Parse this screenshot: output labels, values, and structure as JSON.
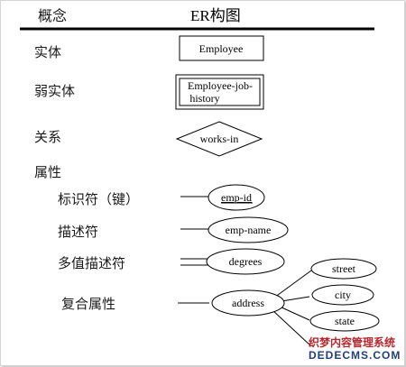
{
  "header": {
    "concept": "概念",
    "er_diagram": "ER构图"
  },
  "rows": {
    "entity": {
      "label": "实体",
      "shape_text": "Employee"
    },
    "weak_entity": {
      "label": "弱实体",
      "shape_text_line1": "Employee-job-",
      "shape_text_line2": "history"
    },
    "relationship": {
      "label": "关系",
      "shape_text": "works-in"
    },
    "attribute": {
      "label": "属性"
    },
    "identifier": {
      "label": "标识符（键）",
      "shape_text": "emp-id"
    },
    "descriptor": {
      "label": "描述符",
      "shape_text": "emp-name"
    },
    "multivalued": {
      "label": "多值描述符",
      "shape_text": "degrees"
    },
    "composite": {
      "label": "复合属性",
      "shape_text": "address",
      "children": [
        "street",
        "city",
        "state"
      ]
    }
  },
  "watermark": {
    "line1": "织梦内容管理系统",
    "line2": "DEDECMS.COM"
  }
}
